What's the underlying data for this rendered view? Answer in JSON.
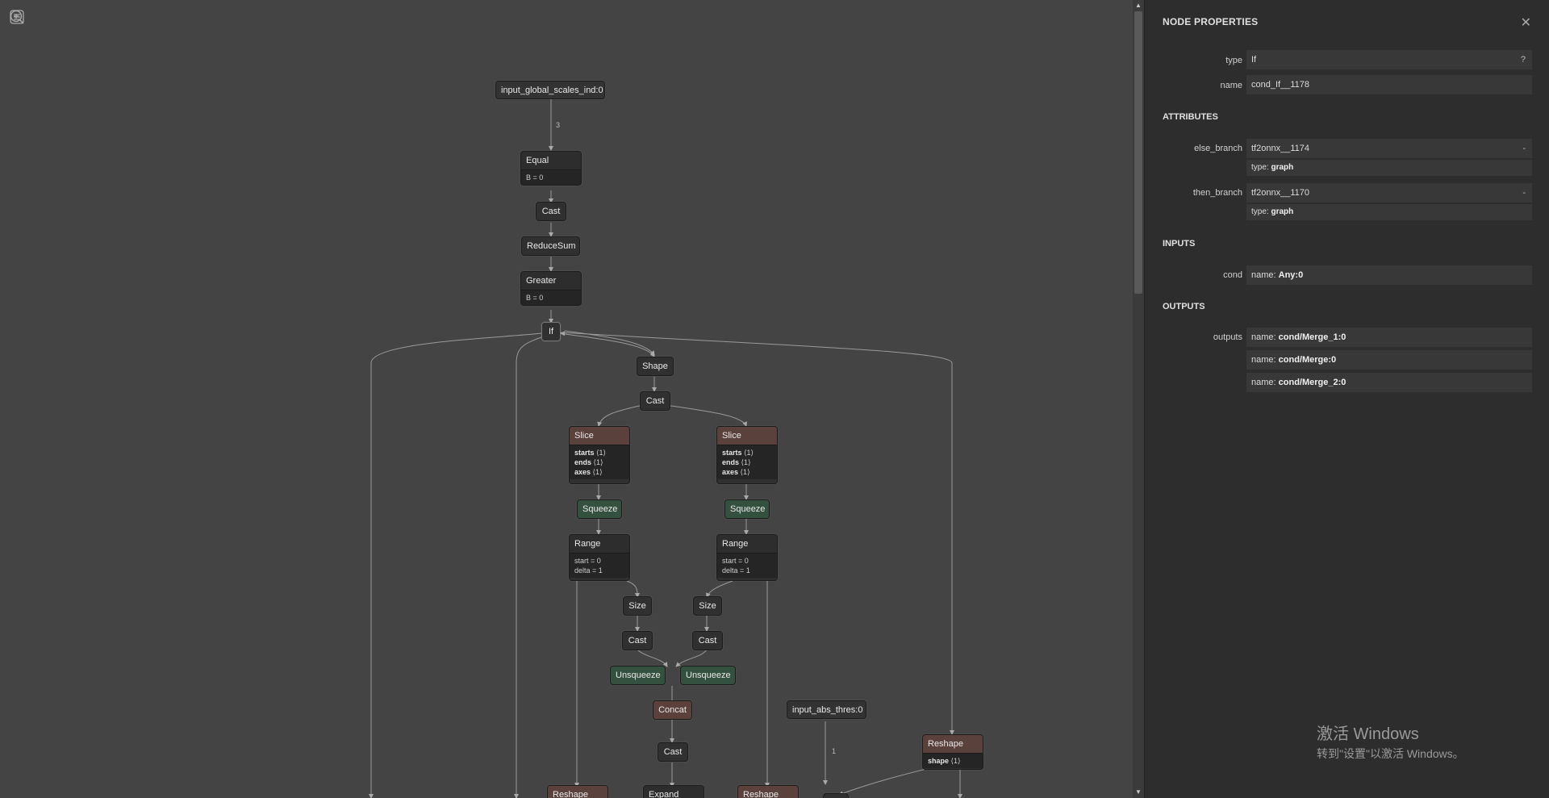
{
  "toolbar": {
    "sidebar_icon": "sidebar-toggle-icon",
    "zoom_in_icon": "zoom-in-icon",
    "zoom_out_icon": "zoom-out-icon"
  },
  "graph": {
    "nodes": {
      "input_global": "input_global_scales_ind:0",
      "equal": "Equal",
      "equal_attr": "B = 0",
      "cast1": "Cast",
      "reducesum": "ReduceSum",
      "greater": "Greater",
      "greater_attr": "B = 0",
      "if": "If",
      "shape": "Shape",
      "cast2": "Cast",
      "slice_l": "Slice",
      "slice_r": "Slice",
      "slice_attr_starts": "starts",
      "slice_attr_ends": "ends",
      "slice_attr_axes": "axes",
      "slice_attr_val": "⟨1⟩",
      "squeeze_l": "Squeeze",
      "squeeze_r": "Squeeze",
      "range_l": "Range",
      "range_r": "Range",
      "range_start": "start = 0",
      "range_delta": "delta = 1",
      "size_l": "Size",
      "size_r": "Size",
      "cast3_l": "Cast",
      "cast3_r": "Cast",
      "unsqueeze_l": "Unsqueeze",
      "unsqueeze_r": "Unsqueeze",
      "concat": "Concat",
      "cast4": "Cast",
      "expand": "Expand",
      "reshape_bl": "Reshape",
      "reshape_br": "Reshape",
      "input_abs": "input_abs_thres:0",
      "reshape_r": "Reshape",
      "reshape_r_attr_name": "shape",
      "reshape_r_attr_val": "⟨1⟩"
    },
    "edge_labels": {
      "e1": "3",
      "e2": "1"
    }
  },
  "panel": {
    "title": "NODE PROPERTIES",
    "close_icon": "close-icon",
    "type_label": "type",
    "type_value": "If",
    "type_help": "?",
    "name_label": "name",
    "name_value": "cond_If__1178",
    "attributes_title": "ATTRIBUTES",
    "else_label": "else_branch",
    "else_value": "tf2onnx__1174",
    "else_btn": "-",
    "else_type_key": "type: ",
    "else_type_val": "graph",
    "then_label": "then_branch",
    "then_value": "tf2onnx__1170",
    "then_btn": "-",
    "then_type_key": "type: ",
    "then_type_val": "graph",
    "inputs_title": "INPUTS",
    "cond_label": "cond",
    "cond_key": "name: ",
    "cond_val": "Any:0",
    "outputs_title": "OUTPUTS",
    "outputs_label": "outputs",
    "out1_key": "name: ",
    "out1_val": "cond/Merge_1:0",
    "out2_key": "name: ",
    "out2_val": "cond/Merge:0",
    "out3_key": "name: ",
    "out3_val": "cond/Merge_2:0"
  },
  "watermark": {
    "line1": "激活 Windows",
    "line2": "转到\"设置\"以激活 Windows。"
  }
}
